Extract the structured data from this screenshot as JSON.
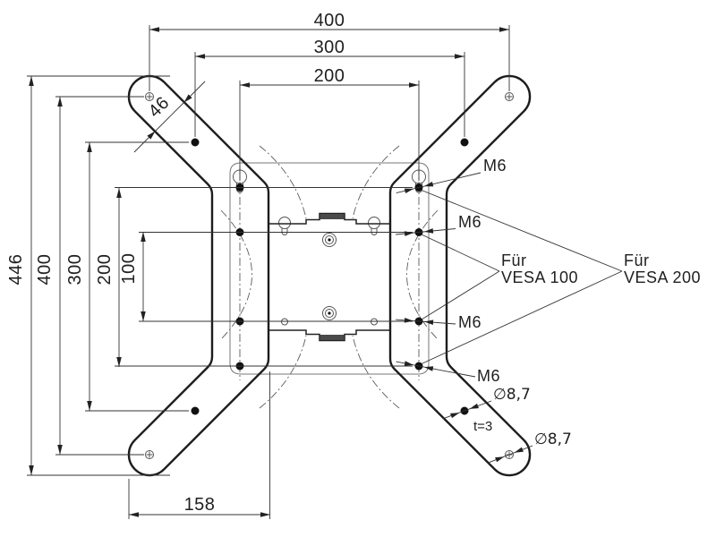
{
  "drawing": {
    "type": "technical-drawing",
    "subject": "VESA monitor mount adapter bracket",
    "dimensions": {
      "top_width_outer": "400",
      "top_width_mid": "300",
      "top_width_inner": "200",
      "left_height_overall": "446",
      "left_height_outer": "400",
      "left_height_mid": "300",
      "left_height_inner": "200",
      "left_height_center": "100",
      "bottom_offset": "158",
      "arm_width": "46"
    },
    "annotations": {
      "m6_1": "M6",
      "m6_2": "M6",
      "m6_3": "M6",
      "m6_4": "M6",
      "vesa100_line1": "Für",
      "vesa100_line2": "VESA 100",
      "vesa200_line1": "Für",
      "vesa200_line2": "VESA 200",
      "hole_dia_1": "∅8,7",
      "hole_dia_2": "∅8,7",
      "thickness": "t=3"
    }
  }
}
